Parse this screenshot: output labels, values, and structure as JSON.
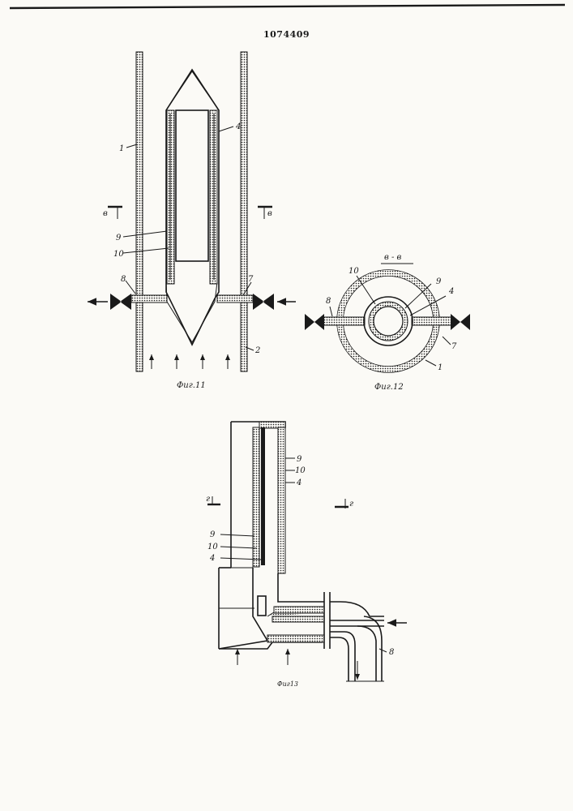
{
  "patent_number": "1074409",
  "figures": {
    "fig11": {
      "caption": "Фиг.11",
      "section_mark_left": "в",
      "section_mark_right": "в",
      "labels": {
        "l1": "1",
        "l2": "2",
        "l4": "4",
        "l7": "7",
        "l8": "8",
        "l9": "9",
        "l10": "10"
      }
    },
    "fig12": {
      "caption": "Фиг.12",
      "section_title": "в - в",
      "labels": {
        "l1": "1",
        "l4": "4",
        "l7": "7",
        "l8": "8",
        "l9": "9",
        "l10": "10"
      }
    },
    "fig13": {
      "caption": "Фиг13",
      "section_mark_left": "г",
      "section_mark_right": "г",
      "labels": {
        "upper_9": "9",
        "upper_10": "10",
        "upper_4": "4",
        "lower_9": "9",
        "lower_10": "10",
        "lower_4": "4",
        "l8": "8"
      }
    }
  }
}
